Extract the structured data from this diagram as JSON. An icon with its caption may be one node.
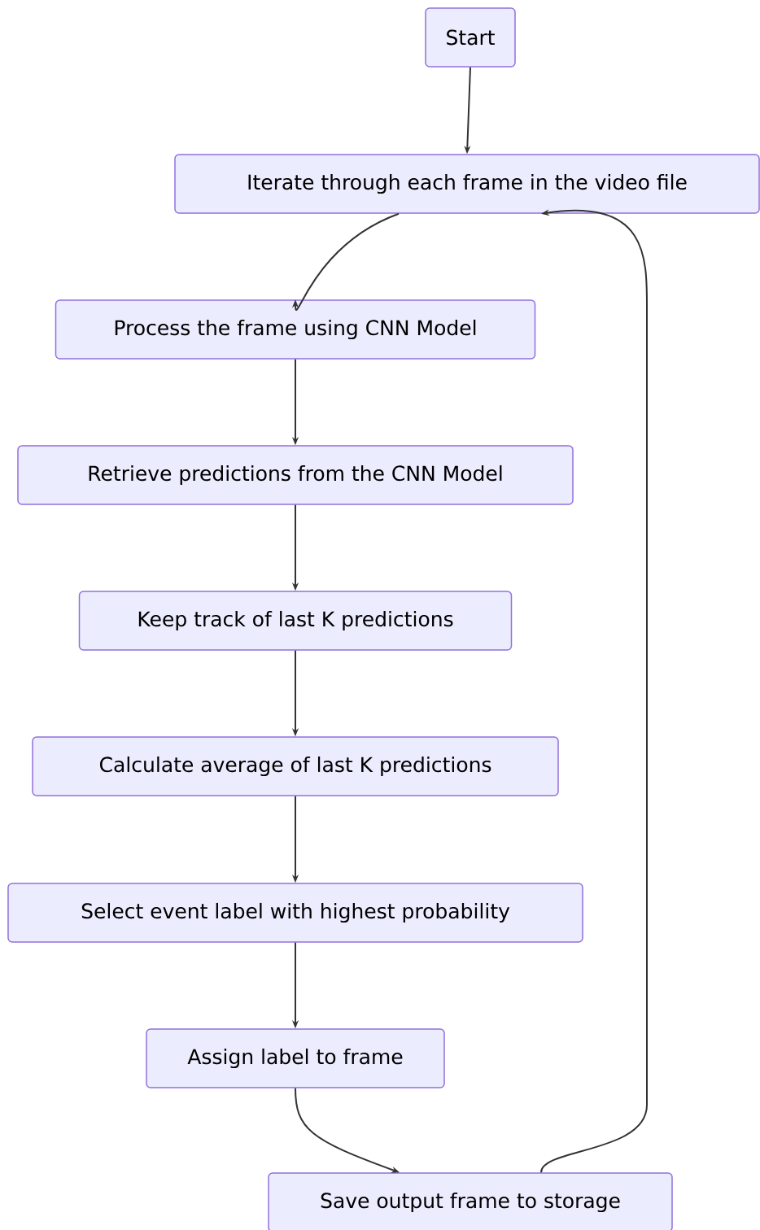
{
  "diagram": {
    "nodes": [
      {
        "text": [
          "Start"
        ]
      },
      {
        "text": [
          "Iterate through each frame in the video file"
        ]
      },
      {
        "text": [
          "Process the frame using CNN Model"
        ]
      },
      {
        "text": [
          "Retrieve predictions from the CNN Model"
        ]
      },
      {
        "text": [
          "Keep track of last K predictions"
        ]
      },
      {
        "text": [
          "Calculate average of last K predictions"
        ]
      },
      {
        "text": [
          "Select event label with highest probability"
        ]
      },
      {
        "text": [
          "Assign label to frame"
        ]
      },
      {
        "text": [
          "Save output frame to storage"
        ]
      }
    ],
    "edges": [
      {
        "from": 0,
        "to": 1,
        "arrow": "to"
      },
      {
        "from": 1,
        "to": 2,
        "arrow": "to"
      },
      {
        "from": 2,
        "to": 3,
        "arrow": "to"
      },
      {
        "from": 3,
        "to": 4,
        "arrow": "to"
      },
      {
        "from": 4,
        "to": 5,
        "arrow": "to"
      },
      {
        "from": 5,
        "to": 6,
        "arrow": "to"
      },
      {
        "from": 6,
        "to": 7,
        "arrow": "to"
      },
      {
        "from": 7,
        "to": 8,
        "arrow": "to"
      },
      {
        "from": 8,
        "to": 1,
        "arrow": "to"
      }
    ]
  }
}
